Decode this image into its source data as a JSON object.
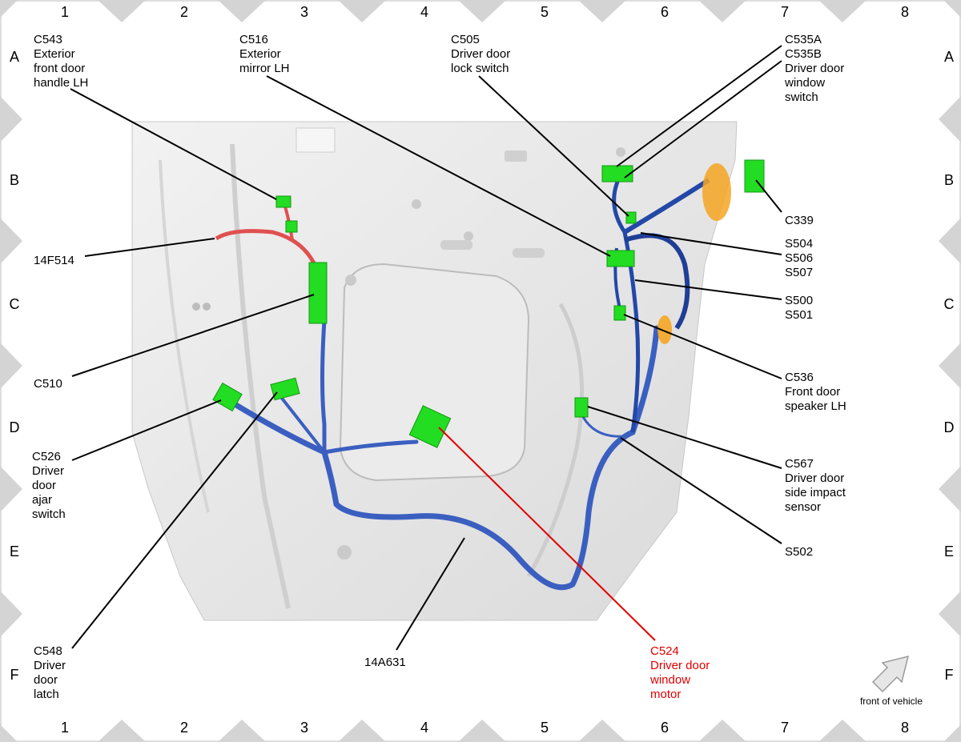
{
  "grid": {
    "columns": [
      "1",
      "2",
      "3",
      "4",
      "5",
      "6",
      "7",
      "8"
    ],
    "rows": [
      "A",
      "B",
      "C",
      "D",
      "E",
      "F"
    ]
  },
  "labels": {
    "c543": [
      "C543",
      "Exterior",
      "front door",
      "handle LH"
    ],
    "c516": [
      "C516",
      "Exterior",
      "mirror LH"
    ],
    "c505": [
      "C505",
      "Driver door",
      "lock switch"
    ],
    "c535": [
      "C535A",
      "C535B",
      "Driver door",
      "window",
      "switch"
    ],
    "c339": [
      "C339"
    ],
    "s504": [
      "S504",
      "S506",
      "S507"
    ],
    "s500": [
      "S500",
      "S501"
    ],
    "c536": [
      "C536",
      "Front door",
      "speaker LH"
    ],
    "c567": [
      "C567",
      "Driver door",
      "side impact",
      "sensor"
    ],
    "s502": [
      "S502"
    ],
    "f14f514": [
      "14F514"
    ],
    "c510": [
      "C510"
    ],
    "c526": [
      "C526",
      "Driver",
      "door",
      "ajar",
      "switch"
    ],
    "c548": [
      "C548",
      "Driver",
      "door",
      "latch"
    ],
    "a14a631": [
      "14A631"
    ],
    "c524": [
      "C524",
      "Driver door",
      "window",
      "motor"
    ]
  },
  "orientation": {
    "text": "front of vehicle"
  },
  "colors": {
    "connector": "#22dd22",
    "harness": "#3a5fc0",
    "harness_red": "#e05050",
    "grommet": "#f5a623",
    "highlight": "#e00000"
  }
}
